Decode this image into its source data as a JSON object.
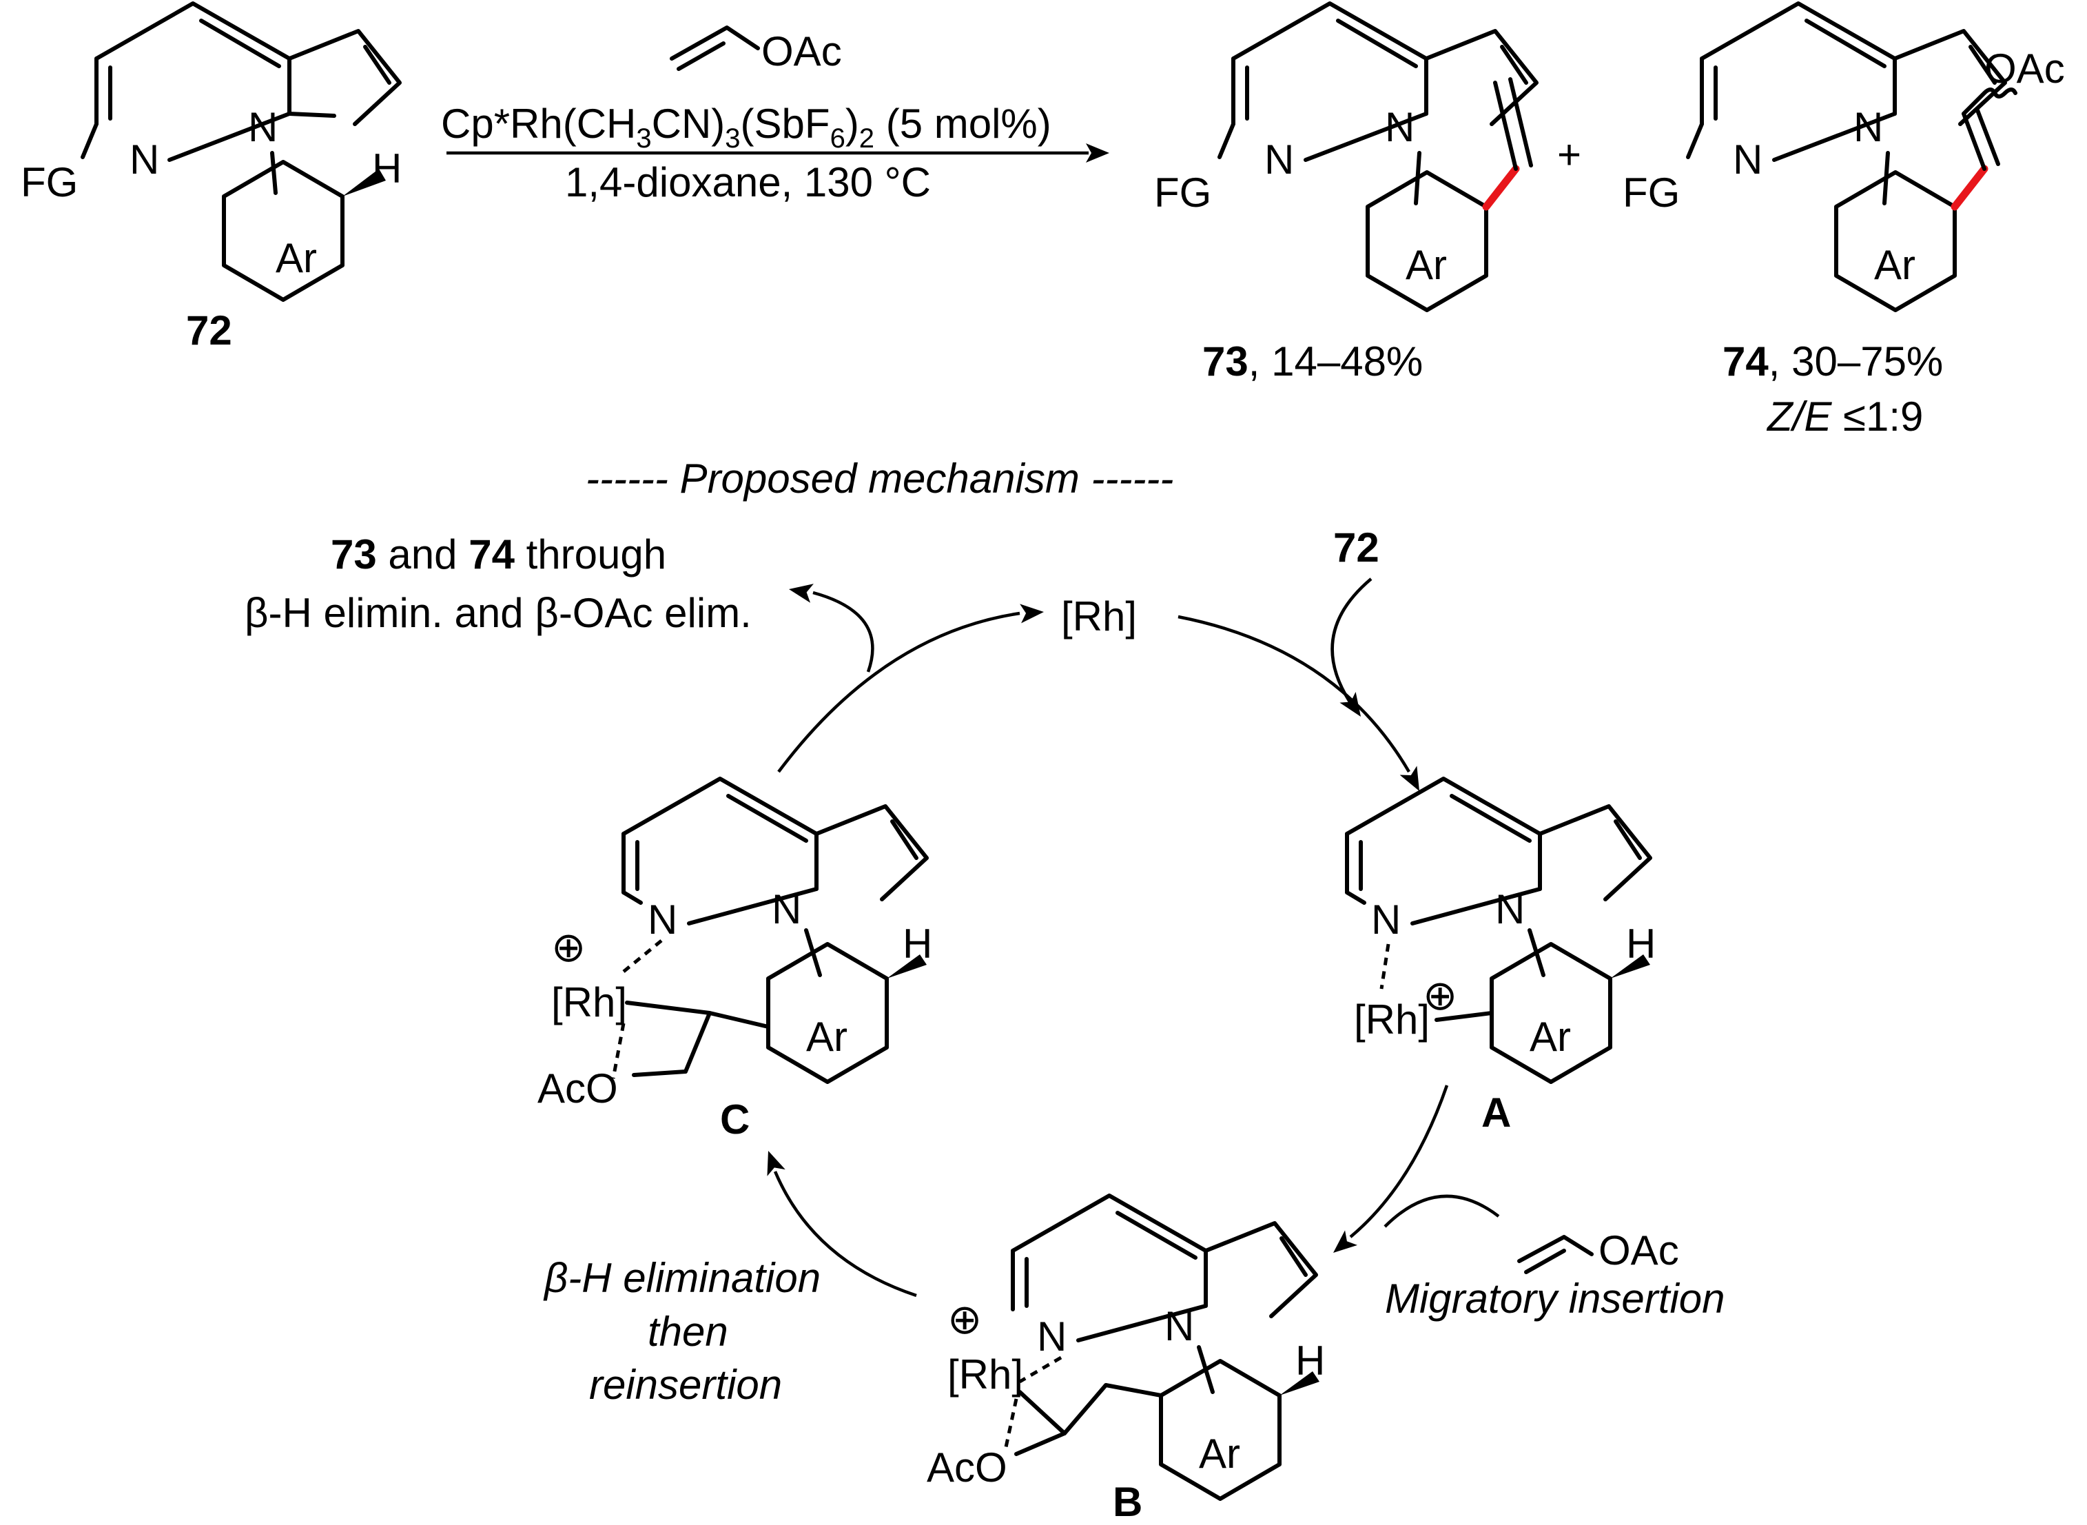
{
  "reaction": {
    "reagent_vinyl": "OAc",
    "catalyst_main": "Cp*Rh(CH",
    "catalyst_sub1": "3",
    "catalyst_mid": "CN)",
    "catalyst_sub2": "3",
    "catalyst_mid2": "(SbF",
    "catalyst_sub3": "6",
    "catalyst_mid3": ")",
    "catalyst_sub4": "2",
    "catalyst_tail": " (5 mol%)",
    "conditions": "1,4-dioxane, 130 °C",
    "plus": "+"
  },
  "compounds": {
    "c72": {
      "id": "72"
    },
    "c73": {
      "id": "73",
      "yield": ", 14–48%"
    },
    "c74": {
      "id": "74",
      "yield": ", 30–75%",
      "ratio_ze": "Z/E",
      "ratio_val": " ≤1:9"
    }
  },
  "atoms": {
    "N": "N",
    "H": "H",
    "FG": "FG",
    "Ar": "Ar",
    "OAc": "OAc",
    "AcO": "AcO",
    "Rh": "[Rh]",
    "plus_ion": "⊕"
  },
  "mechanism": {
    "header": "------  Proposed mechanism  ------",
    "catalyst": "[Rh]",
    "top_left_num1": "73",
    "top_left_and": " and ",
    "top_left_num2": "74",
    "top_left_tail": " through",
    "top_left_line2": "β-H elimin. and β-OAc elim.",
    "top_right_substrate": "72",
    "label_A": "A",
    "label_B": "B",
    "label_C": "C",
    "step_right_reagent": "OAc",
    "step_right": "Migratory insertion",
    "step_left_1": "β-H elimination",
    "step_left_2": "then",
    "step_left_3": "reinsertion"
  },
  "colors": {
    "new_bond": "#e8161b",
    "ink": "#000000"
  }
}
